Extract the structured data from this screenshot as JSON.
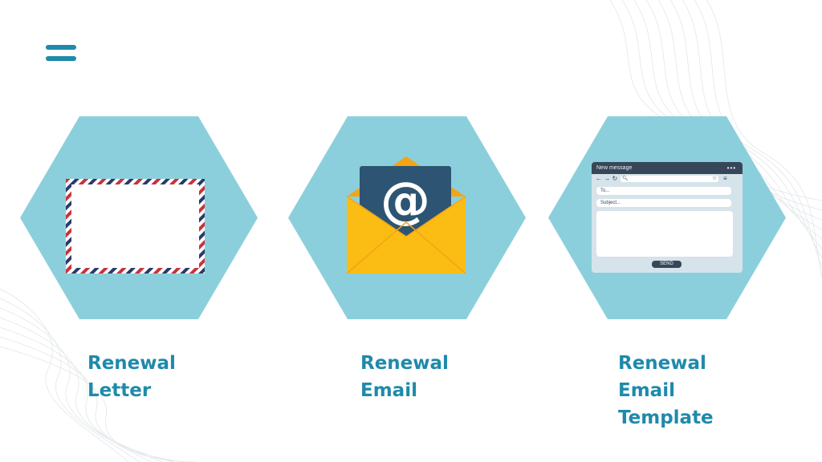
{
  "colors": {
    "accent": "#1f8aaa",
    "hexagon": "#8ccfdc",
    "envelope_yellow": "#fbbc13",
    "dark_navy": "#37475a"
  },
  "menu": {
    "icon": "hamburger-menu-icon"
  },
  "cards": [
    {
      "illustration": "airmail-envelope-icon",
      "label_lines": [
        "Renewal",
        "Letter"
      ]
    },
    {
      "illustration": "email-envelope-at-icon",
      "symbol": "@",
      "label_lines": [
        "Renewal",
        "Email"
      ]
    },
    {
      "illustration": "new-message-window-icon",
      "window": {
        "title": "New message",
        "menu_dots": "•••",
        "to_placeholder": "To...",
        "subject_placeholder": "Subject...",
        "send_label": "SEND"
      },
      "label_lines": [
        "Renewal",
        "Email",
        "Template"
      ]
    }
  ]
}
